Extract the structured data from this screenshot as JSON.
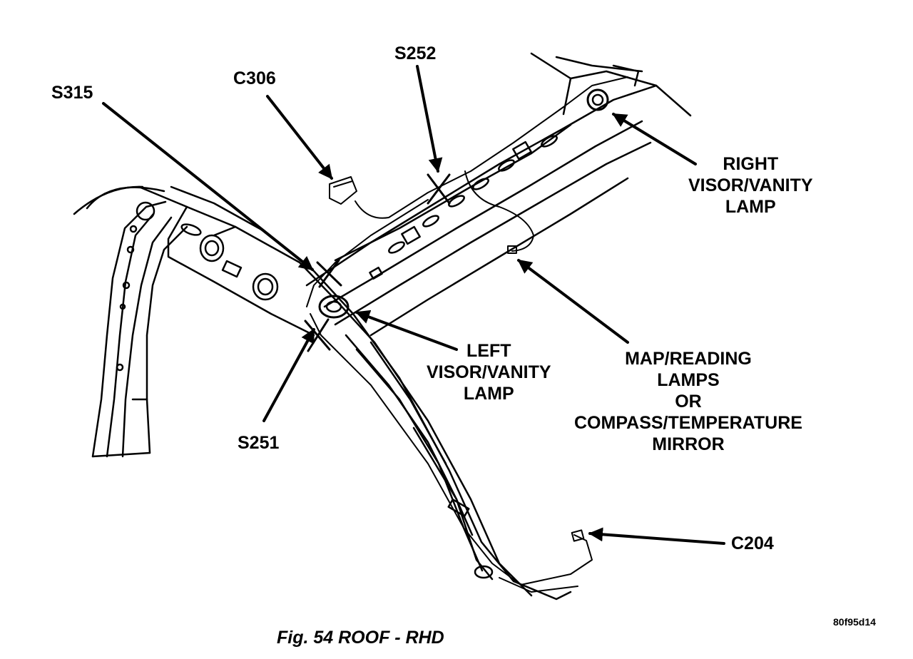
{
  "callouts": {
    "s315": "S315",
    "c306": "C306",
    "s252": "S252",
    "right_visor": [
      "RIGHT",
      "VISOR/VANITY",
      "LAMP"
    ],
    "left_visor": [
      "LEFT",
      "VISOR/VANITY",
      "LAMP"
    ],
    "map_reading": [
      "MAP/READING",
      "LAMPS",
      "OR",
      "COMPASS/TEMPERATURE",
      "MIRROR"
    ],
    "s251": "S251",
    "c204": "C204"
  },
  "caption": "Fig. 54 ROOF - RHD",
  "figure_id": "80f95d14"
}
